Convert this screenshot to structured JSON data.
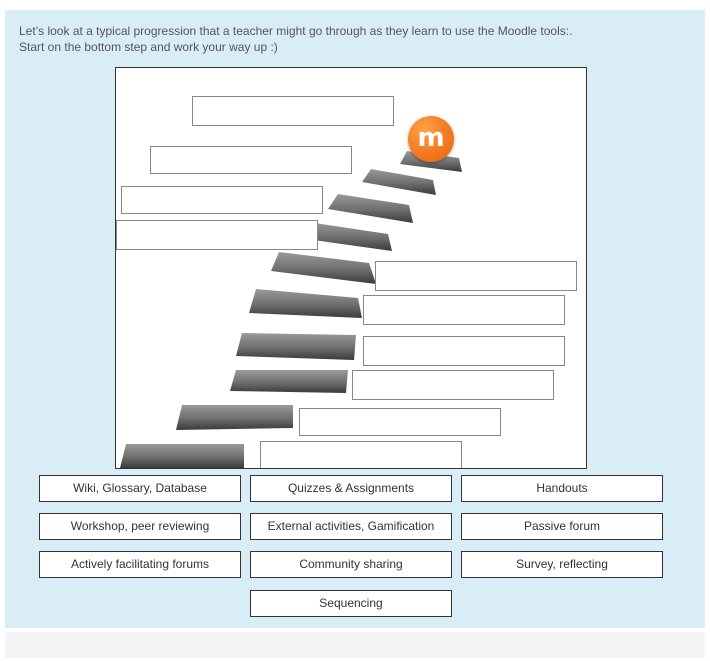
{
  "question": {
    "line1": "Let’s look at a typical progression that a teacher might go through as they learn to use the Moodle tools:.",
    "line2": "Start on the bottom step and work your way up :)"
  },
  "logo": {
    "glyph": "m",
    "icon": "moodle-logo",
    "color": "#f47a20"
  },
  "drop_zones": [
    {
      "slot": 1,
      "value": ""
    },
    {
      "slot": 2,
      "value": ""
    },
    {
      "slot": 3,
      "value": ""
    },
    {
      "slot": 4,
      "value": ""
    },
    {
      "slot": 5,
      "value": ""
    },
    {
      "slot": 6,
      "value": ""
    },
    {
      "slot": 7,
      "value": ""
    },
    {
      "slot": 8,
      "value": ""
    },
    {
      "slot": 9,
      "value": ""
    },
    {
      "slot": 10,
      "value": ""
    }
  ],
  "choices": [
    "Wiki, Glossary, Database",
    "Quizzes & Assignments",
    "Handouts",
    "Workshop, peer reviewing",
    "External activities, Gamification",
    "Passive forum",
    "Actively facilitating forums",
    "Community sharing",
    "Survey, reflecting",
    "Sequencing"
  ],
  "colors": {
    "panel": "#d9edf6",
    "step_light": "#8a8a8a",
    "step_dark": "#3a3a3a"
  }
}
